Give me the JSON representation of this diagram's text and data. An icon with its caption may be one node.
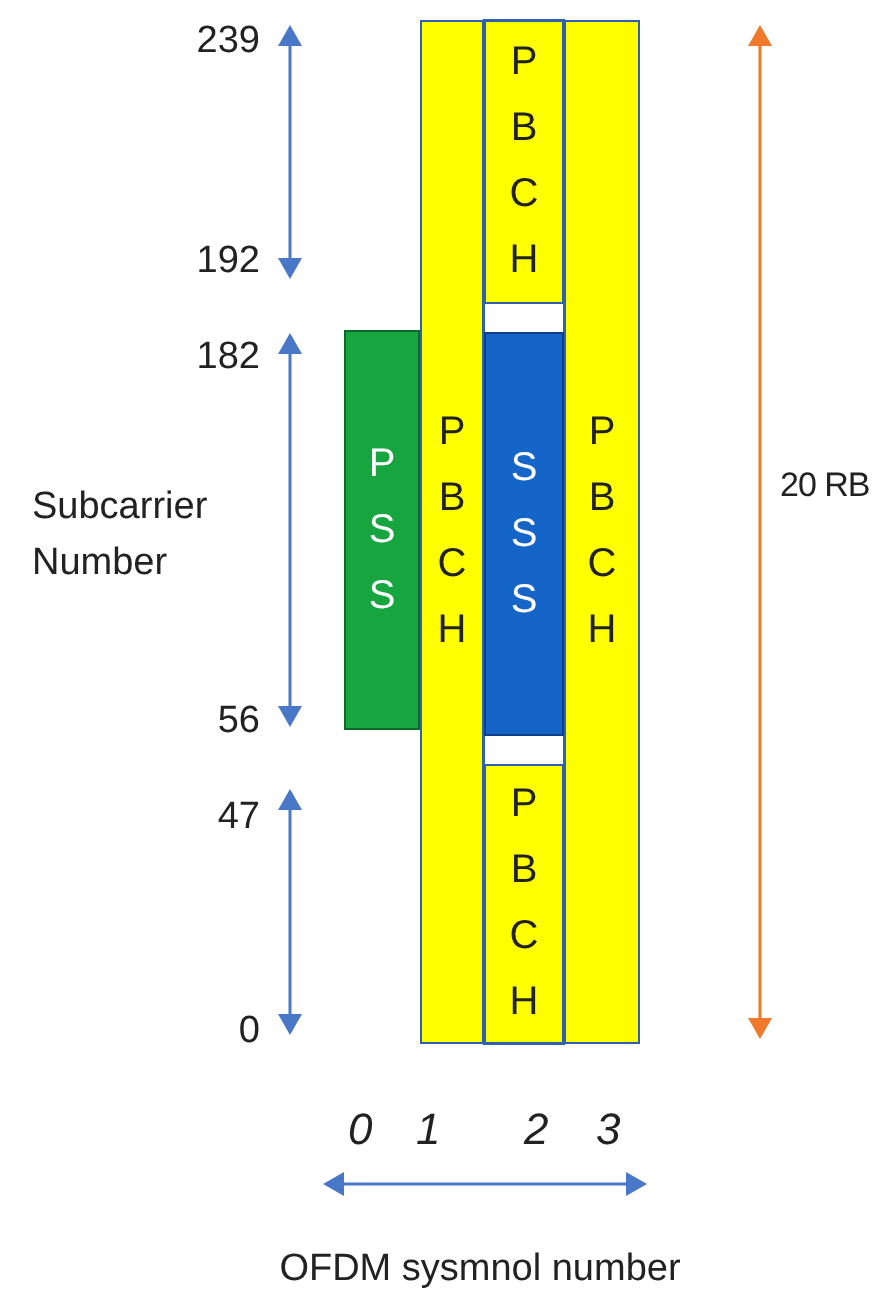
{
  "diagram": {
    "nodes": [
      {
        "text": [
          "P S S"
        ]
      },
      {
        "text": [
          "P B C H"
        ]
      },
      {
        "text": [
          "P B C H"
        ]
      },
      {
        "text": [
          "S S S"
        ]
      },
      {
        "text": [
          "P B C H"
        ]
      },
      {
        "text": [
          "P B C H"
        ]
      }
    ],
    "labels": [
      "239",
      "192",
      "182",
      "Subcarrier Number",
      "56",
      "47",
      "0",
      "20 RB",
      "0",
      "1",
      "2",
      "3",
      "OFDM sysmnol number"
    ]
  }
}
